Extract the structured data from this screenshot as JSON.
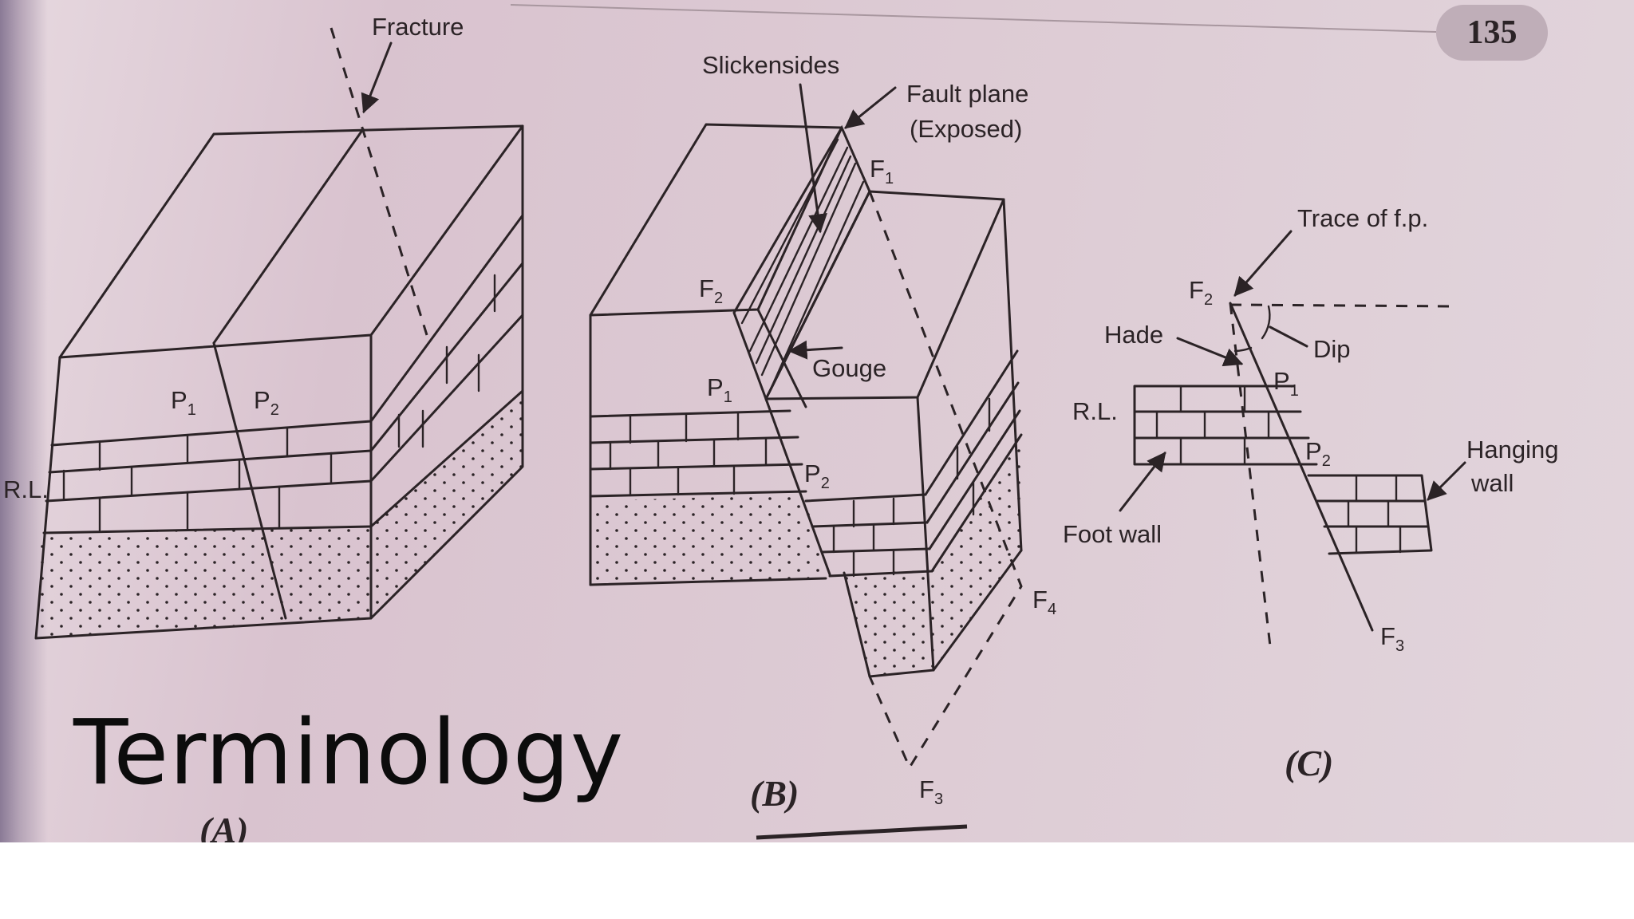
{
  "slide": {
    "title": "Terminology"
  },
  "page": {
    "number": "135"
  },
  "figure_a": {
    "caption": "(A)",
    "fracture": "Fracture",
    "p1": "P",
    "p1_sub": "1",
    "p2": "P",
    "p2_sub": "2",
    "rl_fragment": "R.L."
  },
  "figure_b": {
    "caption": "(B)",
    "slickensides": "Slickensides",
    "fault_plane_line1": "Fault plane",
    "fault_plane_line2": "(Exposed)",
    "gouge": "Gouge",
    "f1": "F",
    "f1_sub": "1",
    "f2": "F",
    "f2_sub": "2",
    "f3": "F",
    "f3_sub": "3",
    "f4": "F",
    "f4_sub": "4",
    "p1": "P",
    "p1_sub": "1",
    "p2": "P",
    "p2_sub": "2"
  },
  "figure_c": {
    "caption": "(C)",
    "trace": "Trace of f.p.",
    "f2": "F",
    "f2_sub": "2",
    "f3": "F",
    "f3_sub": "3",
    "hade": "Hade",
    "dip": "Dip",
    "p1": "P",
    "p1_sub": "1",
    "p2": "P",
    "p2_sub": "2",
    "rl": "R.L.",
    "hanging_wall_line1": "Hanging",
    "hanging_wall_line2": "wall",
    "foot_wall": "Foot wall"
  }
}
